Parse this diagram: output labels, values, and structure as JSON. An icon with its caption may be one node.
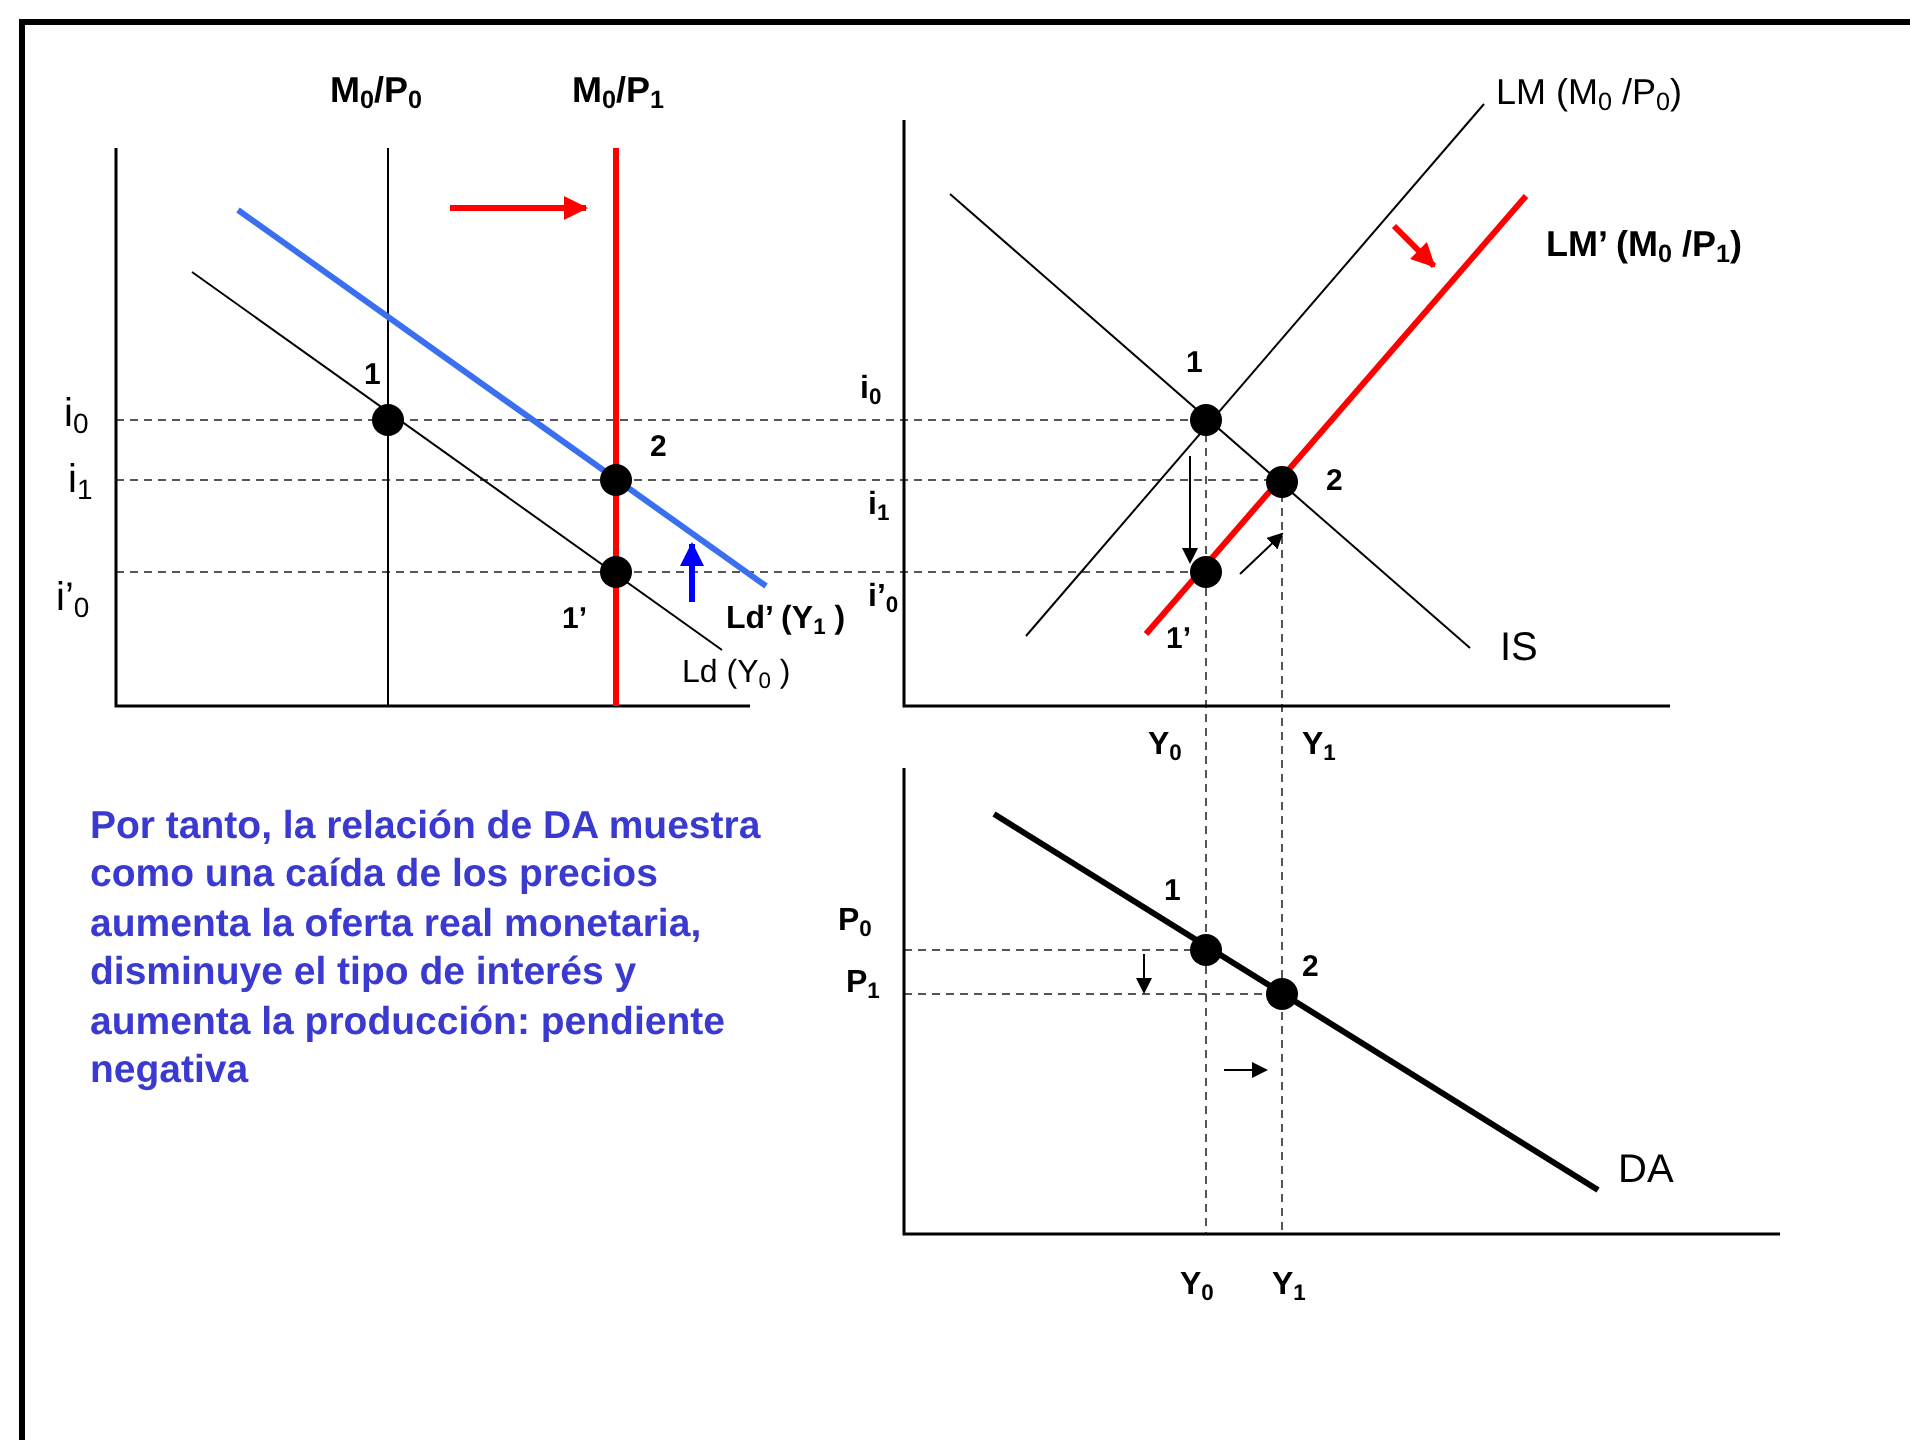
{
  "diagram": {
    "labels": [
      "M$_{0}$/P$_{0}$",
      "M$_{0}$/P$_{1}$",
      "LM (M$_{0}$ /P$_{0}$)",
      "LM’ (M$_{0}$ /P$_{1}$)",
      "1",
      "1",
      "i$_{0}$",
      "i$_{0}$",
      "2",
      "2",
      "i$_{1}$",
      "i$_{1}$",
      "i’$_{0}$",
      "Ld’ (Y$_{1}$ )",
      "i’$_{0}$",
      "1’",
      "1’",
      "IS",
      "Ld (Y$_{0}$ )",
      "Y$_{0}$",
      "Y$_{1}$",
      "Por tanto, la relación de DA muestra como una caída de los precios aumenta la oferta real monetaria, disminuye el tipo de interés y aumenta la producción: pendiente negativa",
      "1",
      "P$_{0}$",
      "2",
      "P$_{1}$",
      "DA",
      "Y$_{0}$",
      "Y$_{1}$"
    ]
  }
}
